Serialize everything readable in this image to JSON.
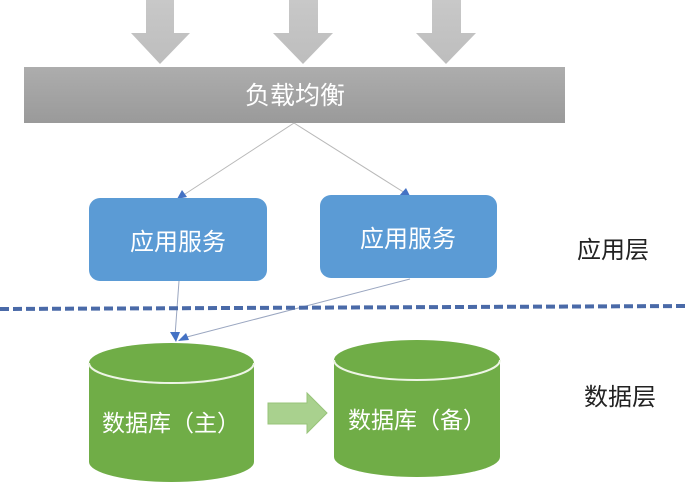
{
  "diagram": {
    "load_balancer": {
      "label": "负载均衡",
      "incoming_requests": 3,
      "color": "#a3a3a3",
      "arrow_color": "#c4c4c4"
    },
    "app_services": [
      {
        "label": "应用服务"
      },
      {
        "label": "应用服务"
      }
    ],
    "app_service_color": "#5b9bd5",
    "databases": [
      {
        "label": "数据库（主）",
        "role": "primary"
      },
      {
        "label": "数据库（备）",
        "role": "standby"
      }
    ],
    "database_color": "#70ad47",
    "replication_arrow_color": "#a9d18e",
    "connector_color": "#4472c4",
    "separator_color": "#4a6aa8",
    "layers": {
      "application": "应用层",
      "data": "数据层"
    }
  }
}
